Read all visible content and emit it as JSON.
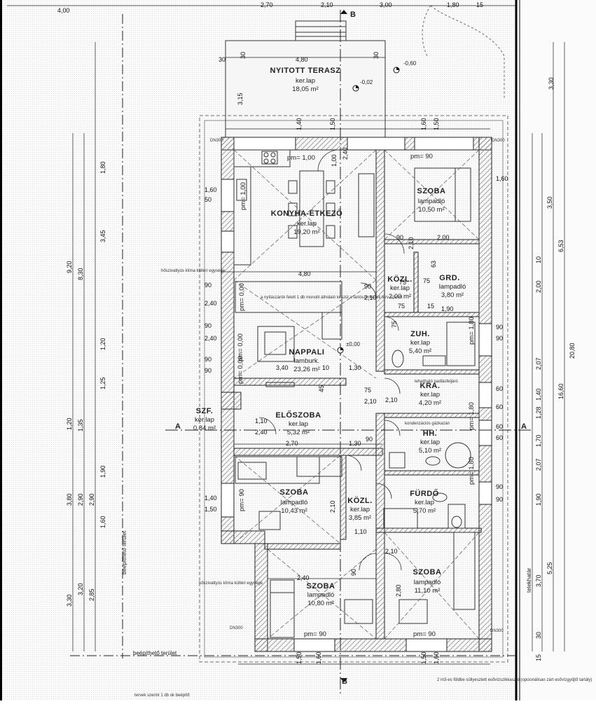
{
  "plot_label": "telekhatár",
  "colors": {
    "wall": "#7a7a7a",
    "line": "#1a1a1a",
    "hatch": "#aaaaaa",
    "edge": "#000000"
  },
  "rooms": [
    {
      "name": "NYITOTT TERASZ",
      "floor": "ker.lap",
      "area": "18,05 m²"
    },
    {
      "name": "KONYHA-ÉTKEZŐ",
      "floor": "ker.lap",
      "area": "19,20 m²"
    },
    {
      "name": "SZOBA",
      "floor": "lampadló",
      "area": "10,50 m²"
    },
    {
      "name": "KÖZL.",
      "floor": "ker.lap",
      "area": "2,00 m²"
    },
    {
      "name": "GRD.",
      "floor": "lampadló",
      "area": "3,80 m²"
    },
    {
      "name": "ZUH.",
      "floor": "ker.lap",
      "area": "5,40 m²"
    },
    {
      "name": "NAPPALI",
      "floor": "lamburk.",
      "area": "23,26 m²"
    },
    {
      "name": "KRA.",
      "floor": "ker.lap",
      "area": "4,20 m²"
    },
    {
      "name": "HH.",
      "floor": "ker.lap",
      "area": "5,10 m²"
    },
    {
      "name": "ELŐSZOBA",
      "floor": "ker.lap",
      "area": "5,32 m²"
    },
    {
      "name": "SZF.",
      "floor": "ker.lap",
      "area": "0,84 m²"
    },
    {
      "name": "SZOBA",
      "floor": "lampadló",
      "area": "10,43 m²"
    },
    {
      "name": "KÖZL.",
      "floor": "ker.lap",
      "area": "3,85 m²"
    },
    {
      "name": "FÜRDŐ",
      "floor": "ker.lap",
      "area": "5,70 m²"
    },
    {
      "name": "SZOBA",
      "floor": "lampadló",
      "area": "10,80 m²"
    },
    {
      "name": "SZOBA",
      "floor": "lampadló",
      "area": "11,10 m²"
    }
  ],
  "levels": {
    "terrace": "-0,02",
    "outside": "-0,60",
    "floor": "±0,00"
  },
  "pm": [
    "pm= 1,00",
    "pm= 90",
    "pm= 1,00",
    "pm= 0,00",
    "pm= 0,00",
    "pm= 0,00",
    "pm= 1,80",
    "pm= 1,80",
    "pm= 1,80",
    "pm= 90",
    "pm= 90",
    "pm= 90"
  ],
  "notes": {
    "heat_pump_1": "hőszivattyús klíma kültéri egysége",
    "heat_pump_2": "hőszivattyús klíma kültéri egysége",
    "window_note": "a nyílászárók felett 1 db monolit áthidaló készül a tartószerkezeti terv szerint",
    "attic": "lehajtható padlásfeljáró",
    "boiler": "kondenzációs gázkazán",
    "buildable_1": "beépíthető terület",
    "buildable_2": "beépíthető terület",
    "rainwater": "2 m3-es földbe süllyesztett esővízszikkasztó (opcionálisan zárt esővízgyűjtő tartály)",
    "plan_note": "tervek szerint 1 db ok beépítő",
    "do300_1": "DN300",
    "do300_2": "DN300",
    "do300_3": "DN300",
    "do300_4": "DN300"
  },
  "sections": [
    "A",
    "A",
    "B",
    "B"
  ],
  "dims": {
    "top": [
      "4,00",
      "2,70",
      "2,10",
      "3,00",
      "1,80",
      "15"
    ],
    "terrace": [
      "30",
      "30",
      "4,80",
      "30",
      "3,15",
      "1,40",
      "1,50",
      "1,60",
      "1,50",
      "1,00",
      "2,40"
    ],
    "right": [
      "3,30",
      "6,53",
      "20,80",
      "16,60",
      "3,50",
      "2,00",
      "2,07",
      "1,40",
      "1,28",
      "1,70",
      "2,07",
      "1,90",
      "5,25",
      "3,70",
      "15",
      "30",
      "10"
    ],
    "left": [
      "9,20",
      "8,30",
      "3,45",
      "1,80",
      "1,20",
      "1,25",
      "1,90",
      "1,35",
      "1,20",
      "3,80",
      "2,90",
      "1,60",
      "2,90",
      "3,30",
      "3,20",
      "2,85"
    ],
    "bottom": [
      "1,50",
      "1,60",
      "1,50",
      "1,60"
    ],
    "inner": [
      "2,00",
      "1,90",
      "75",
      "2,10",
      "90",
      "90",
      "2,10",
      "4,80",
      "3,40",
      "1,30",
      "2,40",
      "1,10",
      "2,70",
      "1,30",
      "2,40",
      "2,80",
      "1,10",
      "2,10",
      "90",
      "2,10",
      "2,10",
      "1,60",
      "1,40",
      "1,50",
      "2,40",
      "2,40",
      "90",
      "90",
      "90",
      "90",
      "60",
      "60",
      "60",
      "60",
      "90",
      "90",
      "90",
      "90",
      "50",
      "1,60",
      "63",
      "75",
      "75",
      "15",
      "45",
      "10",
      "2,10",
      "90",
      "75",
      "75"
    ]
  }
}
